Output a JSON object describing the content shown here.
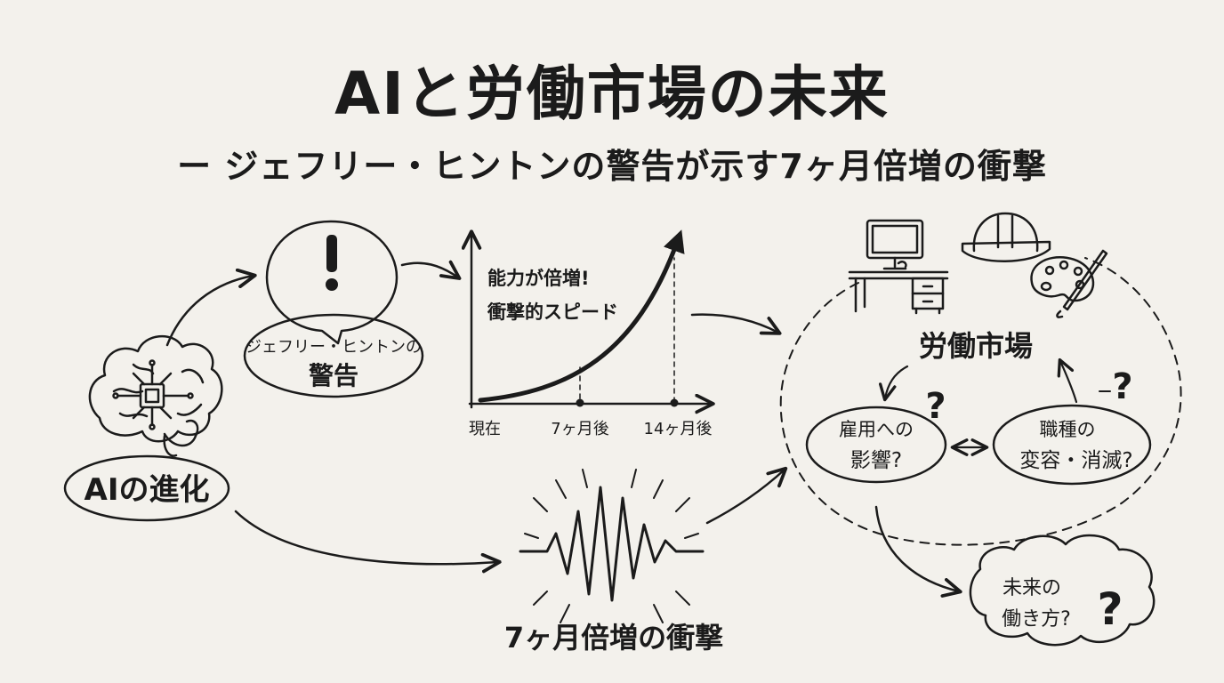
{
  "header": {
    "title": "AIと労働市場の未来",
    "subtitle": "ー ジェフリー・ヒントンの警告が示す7ヶ月倍増の衝撃"
  },
  "nodes": {
    "ai_evolution": "AIの進化",
    "warning_line1": "ジェフリー・ヒントンの",
    "warning_line2": "警告",
    "impact": "7ヶ月倍増の衝撃",
    "labor_market": "労働市場",
    "employment_line1": "雇用への",
    "employment_line2": "影響?",
    "jobs_line1": "職種の",
    "jobs_line2": "変容・消滅?",
    "future_line1": "未来の",
    "future_line2": "働き方?"
  },
  "growth_chart": {
    "annotation_line1": "能力が倍増!",
    "annotation_line2": "衝撃的スピード",
    "x_ticks": [
      "現在",
      "7ヶ月後",
      "14ヶ月後"
    ]
  },
  "icons": [
    "brain-chip-icon",
    "warning-bubble-icon",
    "shockwave-icon",
    "desk-computer-icon",
    "hard-hat-icon",
    "palette-icon",
    "question-mark-icon"
  ],
  "colors": {
    "ink": "#1b1b1b",
    "paper": "#f3f1ec"
  }
}
